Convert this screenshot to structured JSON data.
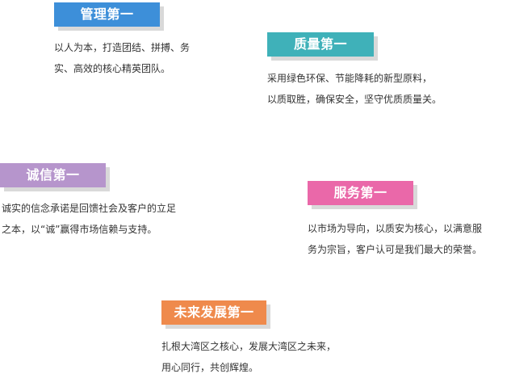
{
  "values": [
    {
      "title": "管理第一",
      "color": "#3d8fd9",
      "lines": [
        "以人为本，打造团结、拼搏、务",
        "实、高效的核心精英团队。"
      ]
    },
    {
      "title": "质量第一",
      "color": "#3fb1b9",
      "lines": [
        "采用绿色环保、节能降耗的新型原料，",
        "以质取胜，确保安全，坚守优质质量关。"
      ]
    },
    {
      "title": "诚信第一",
      "color": "#b695cc",
      "lines": [
        "诚实的信念承诺是回馈社会及客户的立足",
        "之本，以“诚”赢得市场信赖与支持。"
      ]
    },
    {
      "title": "服务第一",
      "color": "#ea68a9",
      "lines": [
        "以市场为导向，以质安为核心，以满意服",
        "务为宗旨，客户认可是我们最大的荣誉。"
      ]
    },
    {
      "title": "未来发展第一",
      "color": "#ef8a4c",
      "lines": [
        "扎根大湾区之核心，发展大湾区之未来，",
        "用心同行，共创辉煌。"
      ]
    }
  ]
}
